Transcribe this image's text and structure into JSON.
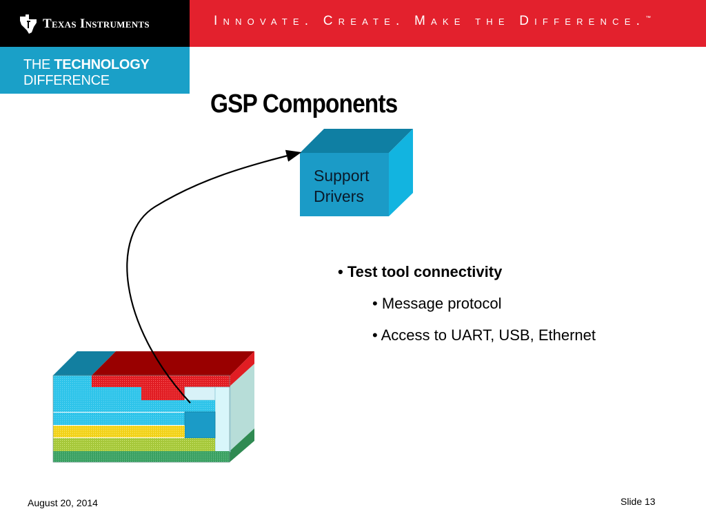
{
  "header": {
    "brand": "Texas Instruments",
    "tagline": "Innovate. Create. Make the Difference.",
    "tagline_mark": "™",
    "tech_line1_prefix": "THE",
    "tech_line1_bold": "TECHNOLOGY",
    "tech_line2": "DIFFERENCE"
  },
  "slide": {
    "title": "GSP Components",
    "cube_label_line1": "Support",
    "cube_label_line2": "Drivers",
    "bullet_main": "• Test tool connectivity",
    "sub_bullets": [
      "• Message protocol",
      "• Access to UART, USB, Ethernet"
    ]
  },
  "footer": {
    "date": "August 20, 2014",
    "slide_number": "Slide 13"
  },
  "colors": {
    "red": "#e3212d",
    "teal": "#1aa0c8",
    "cube_front": "#1b9bc7",
    "cube_top": "#0f7fa3",
    "cube_side": "#12b4e0"
  }
}
